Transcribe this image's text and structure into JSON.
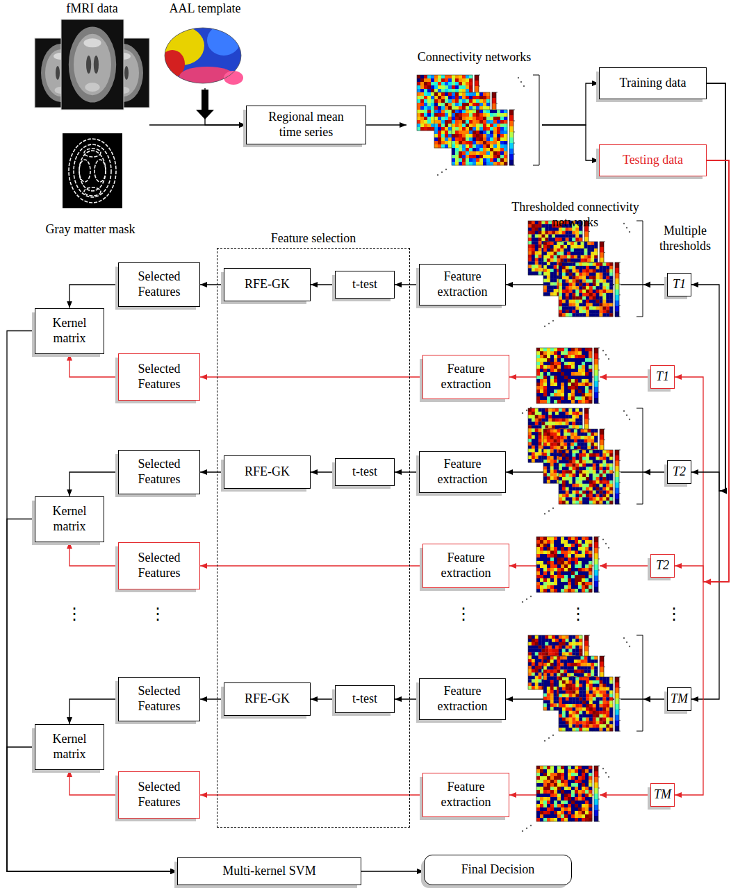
{
  "diagram": {
    "nodes": [
      {
        "text": [
          "fMRI data"
        ]
      },
      {
        "text": [
          "AAL template"
        ]
      },
      {
        "text": [
          "Regional mean time series"
        ]
      },
      {
        "text": [
          "Connectivity networks"
        ]
      },
      {
        "text": [
          "Training data"
        ]
      },
      {
        "text": [
          "Testing data"
        ]
      },
      {
        "text": [
          "Gray matter mask"
        ]
      },
      {
        "text": [
          "Feature selection"
        ]
      },
      {
        "text": [
          "Selected Features"
        ]
      },
      {
        "text": [
          "RFE-GK"
        ],
        "in": 7
      },
      {
        "text": [
          "t-test"
        ],
        "in": 7
      },
      {
        "text": [
          "Feature extraction"
        ]
      },
      {
        "text": [
          "T1"
        ]
      },
      {
        "text": [
          "Kernel matrix"
        ]
      },
      {
        "text": [
          "Selected Features"
        ]
      },
      {
        "text": [
          "Feature extraction"
        ]
      },
      {
        "text": [
          "T1"
        ]
      },
      {
        "text": [
          "Selected Features"
        ]
      },
      {
        "text": [
          "RFE-GK"
        ],
        "in": 7
      },
      {
        "text": [
          "t-test"
        ],
        "in": 7
      },
      {
        "text": [
          "Feature extraction"
        ]
      },
      {
        "text": [
          "T2"
        ]
      },
      {
        "text": [
          "Kernel matrix"
        ]
      },
      {
        "text": [
          "Selected Features"
        ]
      },
      {
        "text": [
          "Feature extraction"
        ]
      },
      {
        "text": [
          "T2"
        ]
      },
      {
        "text": [
          "Selected Features"
        ]
      },
      {
        "text": [
          "RFE-GK"
        ],
        "in": 7
      },
      {
        "text": [
          "t-test"
        ],
        "in": 7
      },
      {
        "text": [
          "Feature extraction"
        ]
      },
      {
        "text": [
          "TM"
        ]
      },
      {
        "text": [
          "Kernel matrix"
        ]
      },
      {
        "text": [
          "Selected Features"
        ]
      },
      {
        "text": [
          "Feature extraction"
        ]
      },
      {
        "text": [
          "TM"
        ]
      },
      {
        "text": [
          "Multi-kernel SVM"
        ]
      },
      {
        "text": [
          "Final Decision"
        ]
      }
    ],
    "edges": [
      {
        "from": 0,
        "to": 2,
        "arrow": "to"
      },
      {
        "from": 1,
        "to": 2,
        "arrow": "to"
      },
      {
        "from": 2,
        "to": 3,
        "arrow": "to"
      },
      {
        "from": 3,
        "to": 4,
        "arrow": "to"
      },
      {
        "from": 3,
        "to": 5,
        "arrow": "to"
      },
      {
        "from": 4,
        "to": 12,
        "arrow": "to"
      },
      {
        "from": 12,
        "to": 11,
        "arrow": "to"
      },
      {
        "from": 11,
        "to": 10,
        "arrow": "to"
      },
      {
        "from": 10,
        "to": 9,
        "arrow": "to"
      },
      {
        "from": 9,
        "to": 8,
        "arrow": "to"
      },
      {
        "from": 8,
        "to": 13,
        "arrow": "to"
      },
      {
        "from": 5,
        "to": 16,
        "arrow": "to"
      },
      {
        "from": 16,
        "to": 15,
        "arrow": "to"
      },
      {
        "from": 15,
        "to": 14,
        "arrow": "to"
      },
      {
        "from": 14,
        "to": 13,
        "arrow": "to"
      },
      {
        "from": 13,
        "to": 35,
        "arrow": "to"
      },
      {
        "from": 4,
        "to": 21,
        "arrow": "to"
      },
      {
        "from": 21,
        "to": 20,
        "arrow": "to"
      },
      {
        "from": 20,
        "to": 19,
        "arrow": "to"
      },
      {
        "from": 19,
        "to": 18,
        "arrow": "to"
      },
      {
        "from": 18,
        "to": 17,
        "arrow": "to"
      },
      {
        "from": 17,
        "to": 22,
        "arrow": "to"
      },
      {
        "from": 5,
        "to": 25,
        "arrow": "to"
      },
      {
        "from": 25,
        "to": 24,
        "arrow": "to"
      },
      {
        "from": 24,
        "to": 23,
        "arrow": "to"
      },
      {
        "from": 23,
        "to": 22,
        "arrow": "to"
      },
      {
        "from": 22,
        "to": 35,
        "arrow": "to"
      },
      {
        "from": 4,
        "to": 30,
        "arrow": "to"
      },
      {
        "from": 30,
        "to": 29,
        "arrow": "to"
      },
      {
        "from": 29,
        "to": 28,
        "arrow": "to"
      },
      {
        "from": 28,
        "to": 27,
        "arrow": "to"
      },
      {
        "from": 27,
        "to": 26,
        "arrow": "to"
      },
      {
        "from": 26,
        "to": 31,
        "arrow": "to"
      },
      {
        "from": 5,
        "to": 34,
        "arrow": "to"
      },
      {
        "from": 34,
        "to": 33,
        "arrow": "to"
      },
      {
        "from": 33,
        "to": 32,
        "arrow": "to"
      },
      {
        "from": 32,
        "to": 31,
        "arrow": "to"
      },
      {
        "from": 31,
        "to": 35,
        "arrow": "to"
      },
      {
        "from": 35,
        "to": 36,
        "arrow": "to"
      }
    ],
    "labels": [
      "Thresholded connectivity networks",
      "Multiple thresholds",
      "⋮",
      "⋮",
      "⋮",
      "⋮",
      "⋮"
    ]
  }
}
